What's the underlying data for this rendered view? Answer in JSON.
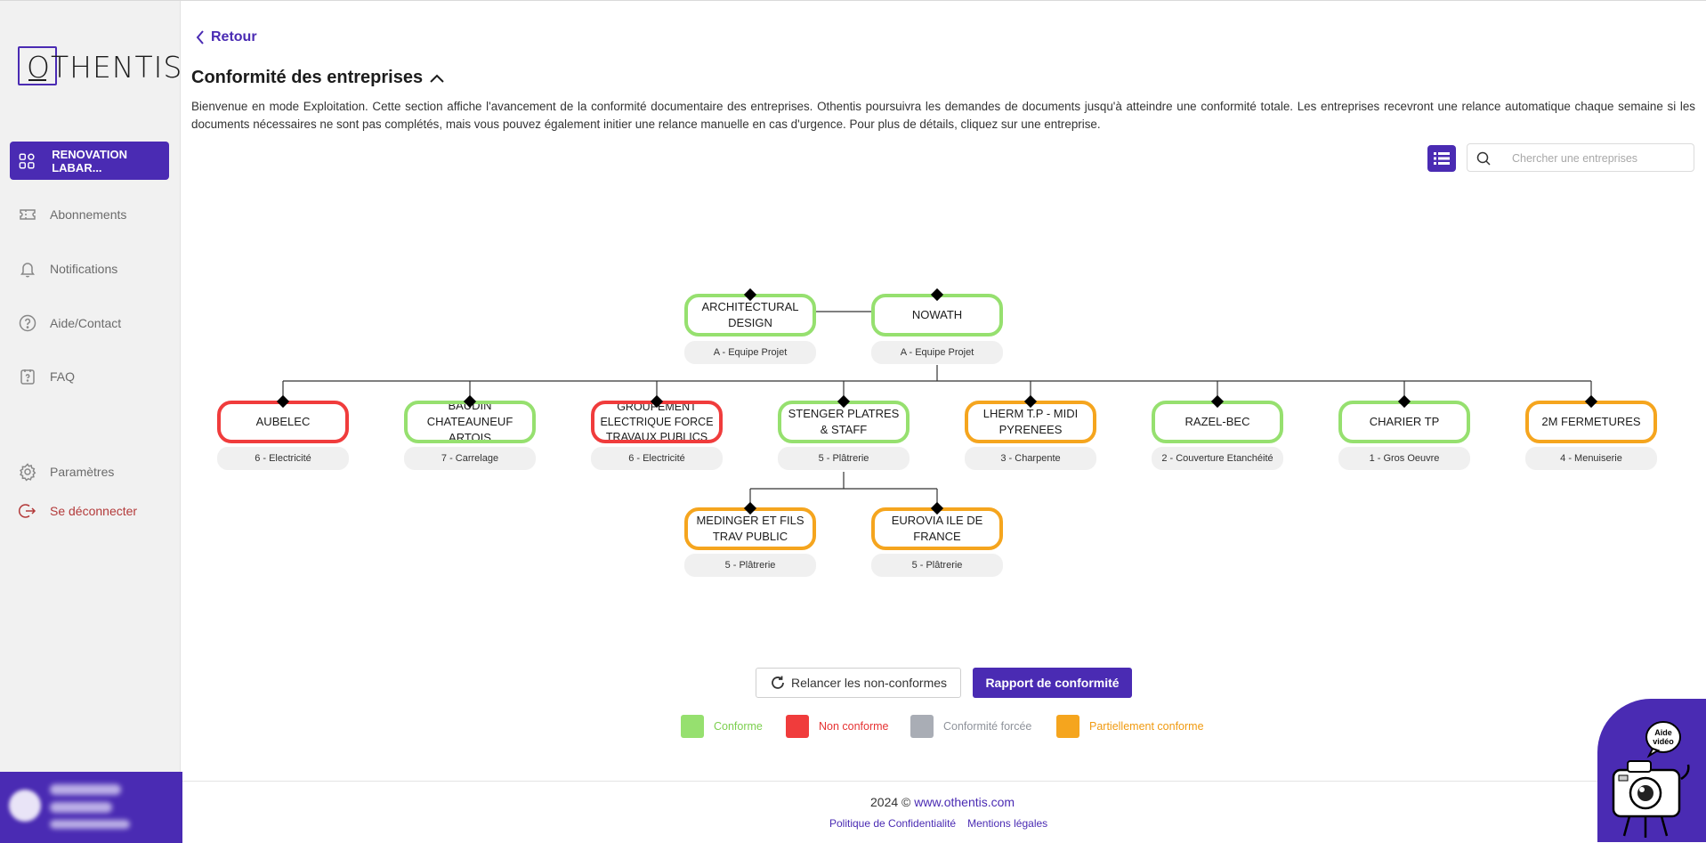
{
  "brand": {
    "logo_text": "OTHENTIS",
    "accent": "#4a2bb3"
  },
  "sidebar": {
    "project_label": "RENOVATION LABAR...",
    "items": [
      {
        "label": "Abonnements",
        "icon": "ticket-icon"
      },
      {
        "label": "Notifications",
        "icon": "bell-icon"
      },
      {
        "label": "Aide/Contact",
        "icon": "question-icon"
      },
      {
        "label": "FAQ",
        "icon": "faq-icon"
      }
    ],
    "settings_label": "Paramètres",
    "logout_label": "Se déconnecter"
  },
  "header": {
    "back_label": "Retour",
    "title": "Conformité des entreprises",
    "description": "Bienvenue en mode Exploitation. Cette section affiche l'avancement de la conformité documentaire des entreprises. Othentis poursuivra les demandes de documents jusqu'à atteindre une conformité totale. Les entreprises recevront une relance automatique chaque semaine si les documents nécessaires ne sont pas complétés, mais vous pouvez également initier une relance manuelle en cas d'urgence. Pour plus de détails, cliquez sur une entreprise.",
    "search_placeholder": "Chercher une entreprises"
  },
  "org_chart": {
    "top": [
      {
        "name": "ARCHITECTURAL DESIGN",
        "role": "A - Equipe Projet",
        "status": "conforme"
      },
      {
        "name": "NOWATH",
        "role": "A - Equipe Projet",
        "status": "conforme"
      }
    ],
    "level2": [
      {
        "name": "AUBELEC",
        "role": "6 - Electricité",
        "status": "non_conforme"
      },
      {
        "name": "BAUDIN CHATEAUNEUF ARTOIS",
        "role": "7 - Carrelage",
        "status": "conforme"
      },
      {
        "name": "GROUPEMENT ELECTRIQUE FORCE TRAVAUX PUBLICS",
        "role": "6 - Electricité",
        "status": "non_conforme"
      },
      {
        "name": "STENGER PLATRES & STAFF",
        "role": "5 - Plâtrerie",
        "status": "conforme"
      },
      {
        "name": "LHERM T.P - MIDI PYRENEES",
        "role": "3 - Charpente",
        "status": "partiel"
      },
      {
        "name": "RAZEL-BEC",
        "role": "2 - Couverture Etanchéité",
        "status": "conforme"
      },
      {
        "name": "CHARIER TP",
        "role": "1 - Gros Oeuvre",
        "status": "conforme"
      },
      {
        "name": "2M FERMETURES",
        "role": "4 - Menuiserie",
        "status": "partiel"
      }
    ],
    "level3": [
      {
        "name": "MEDINGER ET FILS TRAV PUBLIC",
        "role": "5 - Plâtrerie",
        "status": "partiel"
      },
      {
        "name": "EUROVIA ILE DE FRANCE",
        "role": "5 - Plâtrerie",
        "status": "partiel"
      }
    ]
  },
  "actions": {
    "relance_label": "Relancer les non-conformes",
    "rapport_label": "Rapport de conformité"
  },
  "legend": [
    {
      "label": "Conforme",
      "color": "#96e06f",
      "text_color": "#7ccf4f"
    },
    {
      "label": "Non conforme",
      "color": "#f03c3c",
      "text_color": "#e63232"
    },
    {
      "label": "Conformité forcée",
      "color": "#a9adb5",
      "text_color": "#8f939b"
    },
    {
      "label": "Partiellement conforme",
      "color": "#f5a51e",
      "text_color": "#f09a10"
    }
  ],
  "footer": {
    "copyright": "2024 ©",
    "site": "www.othentis.com",
    "privacy": "Politique de Confidentialité",
    "legal": "Mentions légales"
  },
  "help_widget": {
    "badge_text": "Aide vidéo"
  }
}
